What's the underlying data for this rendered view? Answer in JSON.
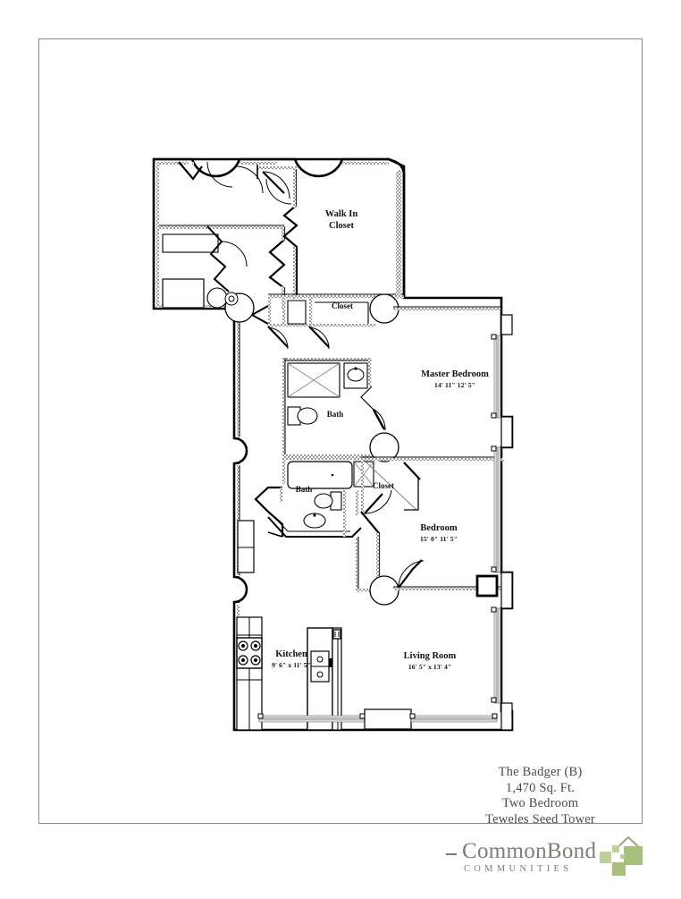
{
  "document": {
    "kind": "apartment-floor-plan",
    "page_background": "#ffffff",
    "frame_color": "#8d8d8d"
  },
  "title_block": {
    "lines": [
      "The Badger (B)",
      "1,470 Sq. Ft.",
      "Two Bedroom",
      "Teweles Seed Tower"
    ],
    "line1": "The Badger (B)",
    "line2": "1,470 Sq. Ft.",
    "line3": "Two Bedroom",
    "line4": "Teweles Seed Tower",
    "text_color": "#4b4b4b"
  },
  "logo": {
    "wordmark": "CommonBond",
    "tagline": "COMMUNITIES",
    "text_color": "#7d7d78",
    "mark_color": "#a8c07e",
    "mark_color_light": "#bdd097",
    "roof_color": "#9aab84"
  },
  "rooms": [
    {
      "id": "walk-in-closet",
      "name_line1": "Walk In",
      "name_line2": "Closet",
      "dimensions": ""
    },
    {
      "id": "closet-upper",
      "name_line1": "Closet",
      "name_line2": "",
      "dimensions": ""
    },
    {
      "id": "master-bedroom",
      "name_line1": "Master Bedroom",
      "name_line2": "",
      "dimensions": "14' 11\" 12' 5\""
    },
    {
      "id": "bath-master",
      "name_line1": "Bath",
      "name_line2": "",
      "dimensions": ""
    },
    {
      "id": "bath-second",
      "name_line1": "Bath",
      "name_line2": "",
      "dimensions": ""
    },
    {
      "id": "closet-bedroom",
      "name_line1": "Closet",
      "name_line2": "",
      "dimensions": ""
    },
    {
      "id": "bedroom",
      "name_line1": "Bedroom",
      "name_line2": "",
      "dimensions": "15' 0\" 11' 5\""
    },
    {
      "id": "kitchen",
      "name_line1": "Kitchen",
      "name_line2": "",
      "dimensions": "9' 6\" x 11' 5\""
    },
    {
      "id": "living-room",
      "name_line1": "Living Room",
      "name_line2": "",
      "dimensions": "16' 5\" x 13' 4\""
    }
  ]
}
